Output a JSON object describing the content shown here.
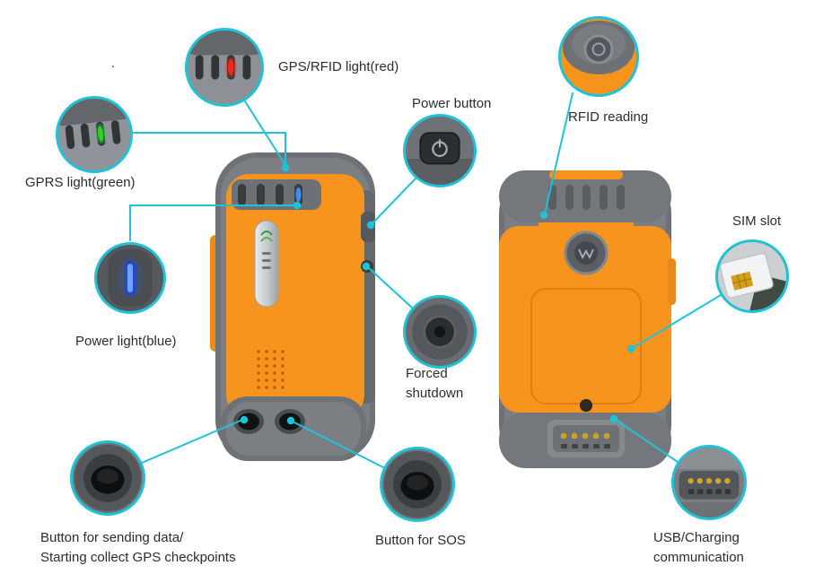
{
  "colors": {
    "accent": "#1fc3d8",
    "device_orange": "#f7941d",
    "device_gray": "#75797d",
    "label_text": "#2d2d2d"
  },
  "stray_dot": ".",
  "callouts": {
    "gps_rfid": {
      "label": "GPS/RFID light(red)"
    },
    "gprs": {
      "label": "GPRS light(green)"
    },
    "power_light": {
      "label": "Power light(blue)"
    },
    "power_button": {
      "label": "Power button"
    },
    "forced_shutdown": {
      "lines": [
        "Forced",
        "shutdown"
      ]
    },
    "rfid_reading": {
      "label": "RFID reading"
    },
    "sim_slot": {
      "label": "SIM slot"
    },
    "send_button": {
      "lines": [
        "Button for sending data/",
        "Starting collect GPS checkpoints"
      ]
    },
    "sos_button": {
      "label": "Button for SOS"
    },
    "usb": {
      "lines": [
        "USB/Charging",
        "communication"
      ]
    }
  }
}
